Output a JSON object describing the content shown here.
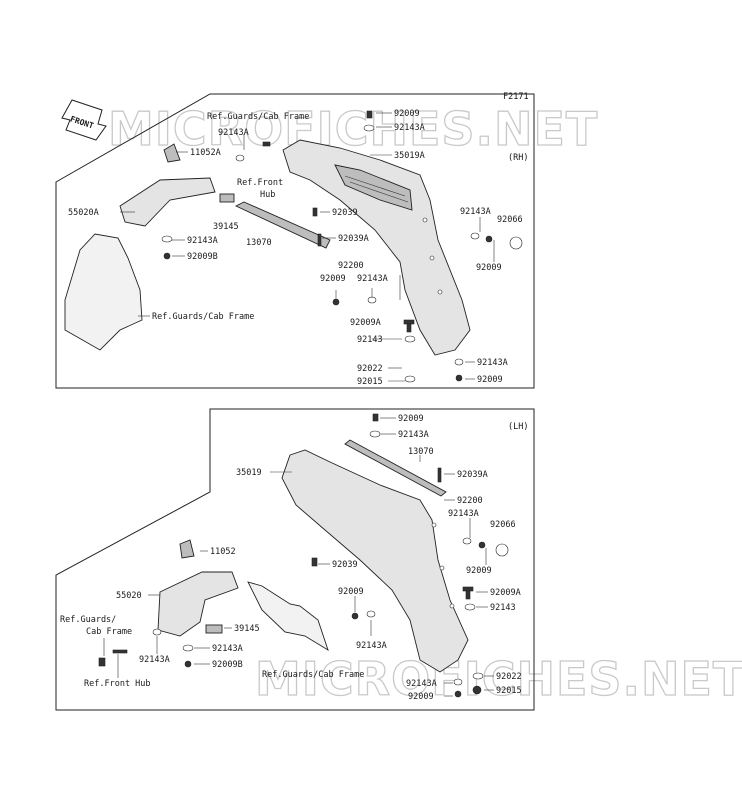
{
  "figure_code": "F2171",
  "front_badge": "FRONT",
  "watermark": "MICROFICHES.NET",
  "rh": {
    "side": "(RH)",
    "labels": {
      "p92009_top": "92009",
      "p92143A_top": "92143A",
      "p35019A": "35019A",
      "ref_guards_cab_top": "Ref.Guards/Cab Frame",
      "p92143A_l1": "92143A",
      "p11052A": "11052A",
      "ref_front_hub_1": "Ref.Front",
      "ref_front_hub_2": "Hub",
      "p55020A": "55020A",
      "p39145": "39145",
      "p13070": "13070",
      "p92039": "92039",
      "p92039A": "92039A",
      "p92143A_l2": "92143A",
      "p92009B": "92009B",
      "p92200": "92200",
      "p92009_mid": "92009",
      "p92143A_mid": "92143A",
      "ref_guards_cab_bottom": "Ref.Guards/Cab Frame",
      "p92143A_r": "92143A",
      "p92066": "92066",
      "p92009_r": "92009",
      "p92009A": "92009A",
      "p92143": "92143",
      "p92022": "92022",
      "p92143A_b": "92143A",
      "p92015": "92015",
      "p92009_b": "92009"
    }
  },
  "lh": {
    "side": "(LH)",
    "labels": {
      "p92009_top": "92009",
      "p92143A_top": "92143A",
      "p13070": "13070",
      "p35019": "35019",
      "p92039A": "92039A",
      "p92200": "92200",
      "p92143A_r": "92143A",
      "p92066": "92066",
      "p11052": "11052",
      "p92039": "92039",
      "p92009_r": "92009",
      "p55020": "55020",
      "p92009_mid": "92009",
      "p92009A": "92009A",
      "p92143": "92143",
      "ref_guards_l1": "Ref.Guards/",
      "ref_guards_l2": "Cab Frame",
      "p39145": "39145",
      "p92143A_mid": "92143A",
      "p92143A_l": "92143A",
      "p92143A_c": "92143A",
      "p92009B": "92009B",
      "p92022": "92022",
      "ref_guards_cab": "Ref.Guards/Cab Frame",
      "p92143A_b": "92143A",
      "p92015": "92015",
      "ref_front_hub": "Ref.Front Hub",
      "p92009_b": "92009"
    }
  }
}
